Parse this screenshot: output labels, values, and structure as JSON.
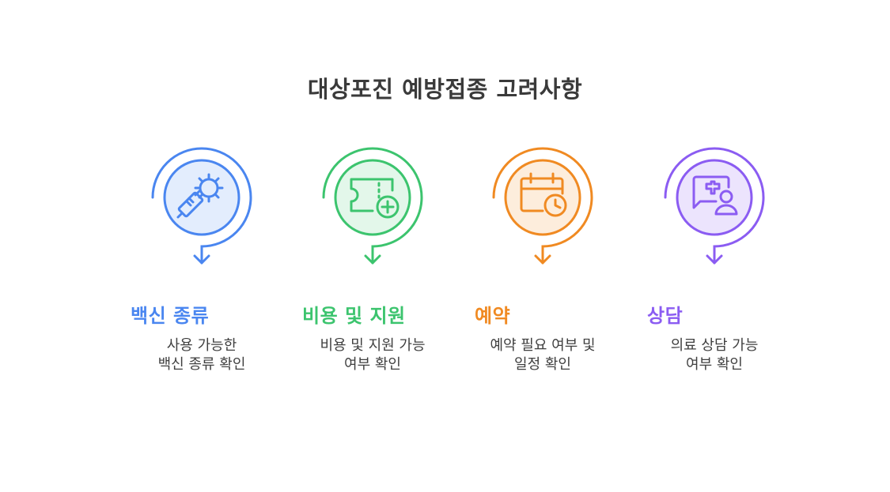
{
  "title": "대상포진 예방접종 고려사항",
  "steps": [
    {
      "heading": "백신 종류",
      "desc_line1": "사용 가능한",
      "desc_line2": "백신 종류 확인",
      "color": "#4a86f0",
      "fill": "#e3edfd",
      "icon": "vaccine-syringe-virus-icon"
    },
    {
      "heading": "비용 및 지원",
      "desc_line1": "비용 및 지원 가능",
      "desc_line2": "여부 확인",
      "color": "#3cc46e",
      "fill": "#e3f7ea",
      "icon": "ticket-plus-icon"
    },
    {
      "heading": "예약",
      "desc_line1": "예약 필요 여부 및",
      "desc_line2": "일정 확인",
      "color": "#f08a22",
      "fill": "#fdeddc",
      "icon": "calendar-clock-icon"
    },
    {
      "heading": "상담",
      "desc_line1": "의료 상담 가능",
      "desc_line2": "여부 확인",
      "color": "#8b5cf2",
      "fill": "#ece4fd",
      "icon": "medical-chat-user-icon"
    }
  ]
}
